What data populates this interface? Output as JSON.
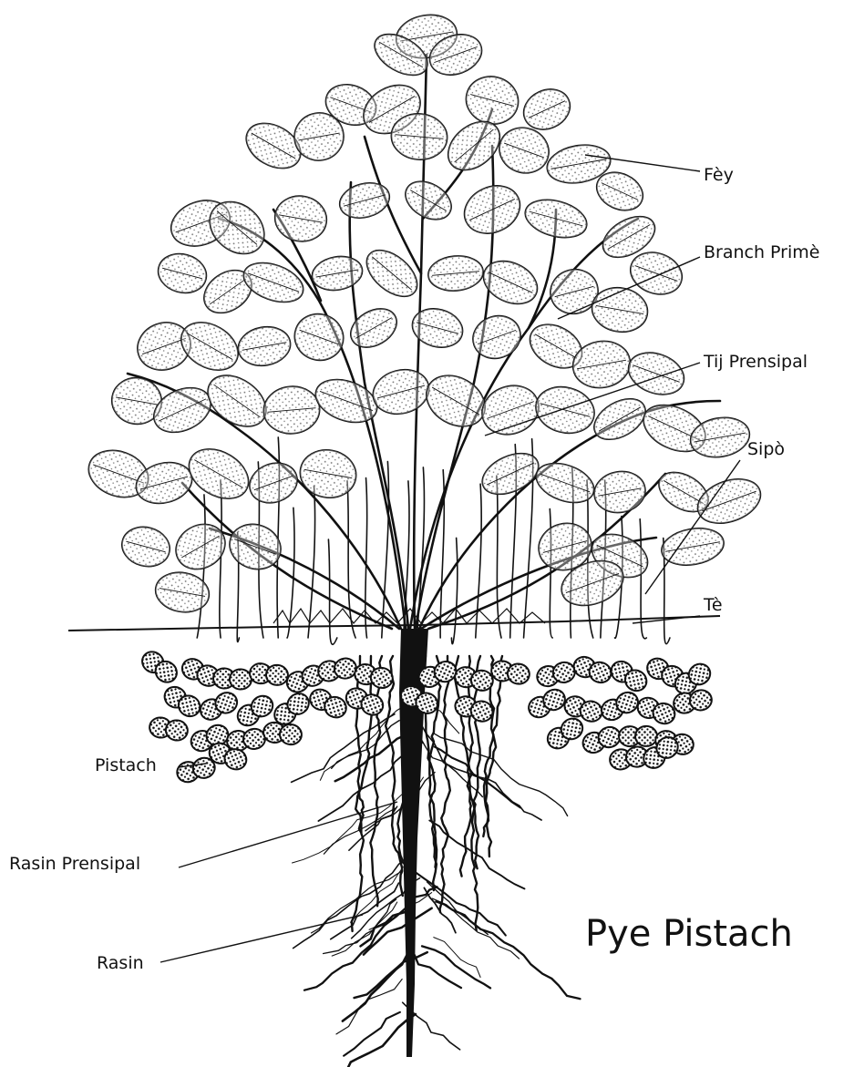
{
  "title": "Pye Pistach",
  "labels": {
    "fey": "Fèy",
    "branch_prime": "Branch Primè",
    "tij_prensipal": "Tij Prensipal",
    "sipo": "Sipò",
    "te": "Tè",
    "pistach": "Pistach",
    "rasin_prensipal": "Rasin Prensipal",
    "rasin": "Rasin"
  },
  "colors": {
    "ink": "#111111",
    "background": "#ffffff"
  }
}
